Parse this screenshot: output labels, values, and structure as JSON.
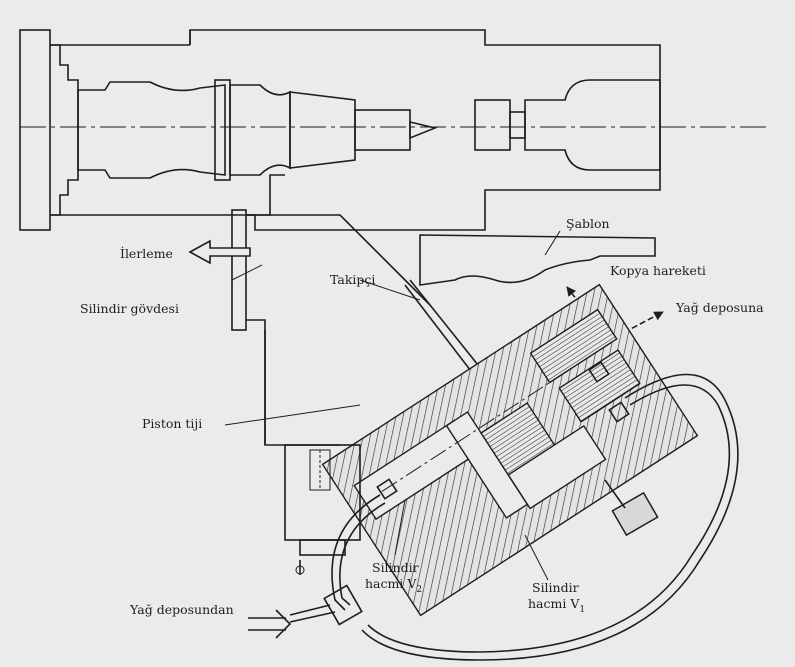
{
  "labels": {
    "ilerleme": "İlerleme",
    "silindir_govdesi": "Silindir gövdesi",
    "takipci": "Takipçi",
    "sablon": "Şablon",
    "kopya_hareketi": "Kopya hareketi",
    "yag_deposuna": "Yağ deposuna",
    "piston_tiji": "Piston tiji",
    "silindir_hacmi_v2_line1": "Silindir",
    "silindir_hacmi_v2_line2": "hacmi V",
    "v2_sub": "2",
    "silindir_hacmi_v1_line1": "Silindir",
    "silindir_hacmi_v1_line2": "hacmi V",
    "v1_sub": "1",
    "yag_deposundan": "Yağ deposundan"
  },
  "colors": {
    "background": "#ebebeb",
    "ink": "#1e1e1e"
  }
}
